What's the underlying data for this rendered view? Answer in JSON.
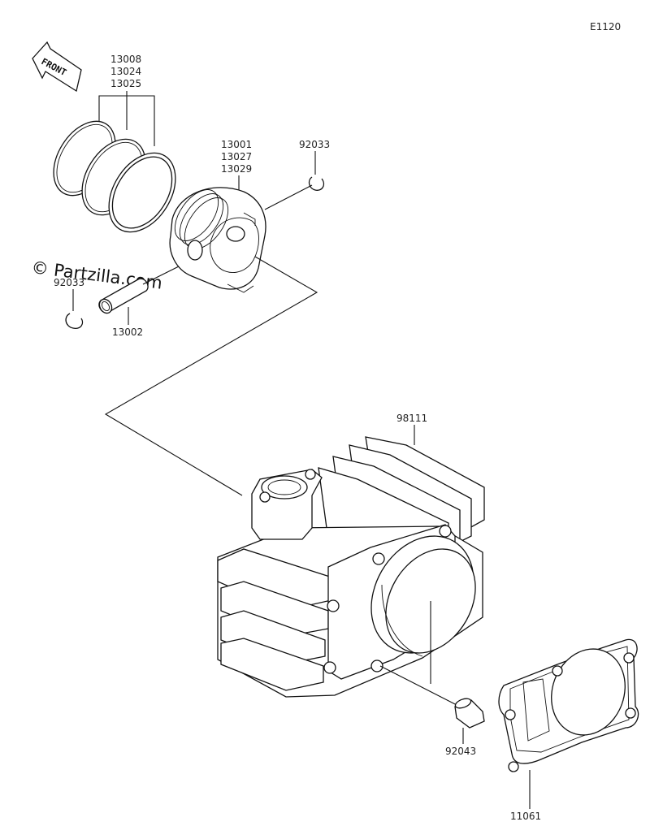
{
  "diagram_code": "E1120",
  "front_label": "FRONT",
  "watermark": "© Partzilla.com",
  "parts": {
    "piston_rings": [
      "13008",
      "13024",
      "13025"
    ],
    "piston": [
      "13001",
      "13027",
      "13029"
    ],
    "circlip_right": "92033",
    "circlip_left": "92033",
    "piston_pin": "13002",
    "cylinder": "98111",
    "dowel_pin": "92043",
    "gasket": "11061"
  }
}
